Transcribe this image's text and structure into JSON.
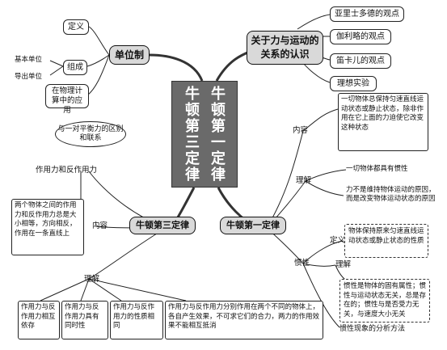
{
  "center": {
    "line1": "牛顿第一定律",
    "line2": "牛顿第三定律"
  },
  "unit_system": {
    "title": "单位制",
    "definition": "定义",
    "composition": "组成",
    "base_unit": "基本单位",
    "derived_unit": "导出单位",
    "application": "在物理计算中的应用"
  },
  "force_motion": {
    "title": "关于力与运动的关系的认识",
    "items": [
      "亚里士多德的观点",
      "伽利略的观点",
      "笛卡儿的观点",
      "理想实验"
    ]
  },
  "first_law": {
    "title": "牛顿第一定律",
    "content_label": "内容",
    "content_text": "一切物体总保持匀速直线运动状态或静止状态，除非作用在它上面的力迫使它改变这种状态",
    "understanding_label": "理解",
    "understanding_items": [
      "一切物体都具有惯性",
      "力不是维持物体运动的原因，而是改变物体运动状态的原因"
    ],
    "inertia_label": "惯性",
    "inertia_def_label": "定义",
    "inertia_def_text": "物体保持原来匀速直线运动状态或静止状态的性质",
    "inertia_understanding_label": "理解",
    "inertia_understanding_text": "惯性是物体的固有属性；惯性与运动状态无关，总是存在的；惯性与是否受力无关，与速度大小无关",
    "inertia_analysis": "惯性现象的分析方法"
  },
  "third_law": {
    "title": "牛顿第三定律",
    "cloud": "与一对平衡力的区别和联系",
    "force_pair": "作用力和反作用力",
    "content_label": "内容",
    "content_text": "两个物体之间的作用力和反作用力总是大小相等，方向相反，作用在一条直线上",
    "understanding_label": "理解",
    "understanding_items": [
      "作用力与反作用力相互依存",
      "作用力与反作用力具有同时性",
      "作用力与反作用力的性质相同",
      "作用力与反作用力分别作用在两个不同的物体上，各自产生效果，不可求它们的合力，两力的作用效果不能相互抵消"
    ]
  }
}
